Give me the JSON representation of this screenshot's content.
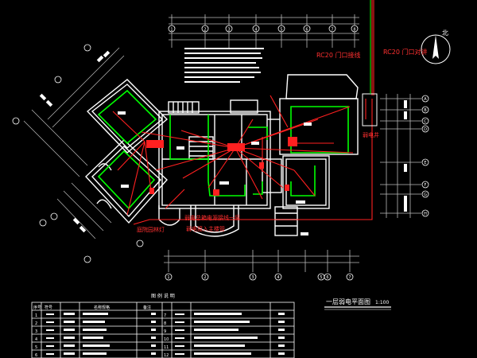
{
  "drawing": {
    "title": "一层弱电平面图",
    "scale": "1:100",
    "north_label": "北",
    "legend_title": "图 例 说 明",
    "legend_headers": [
      "序号",
      "符号",
      "名称规格",
      "备注"
    ],
    "legend_row_numbers": [
      "1",
      "2",
      "3",
      "4",
      "5",
      "6"
    ],
    "legend_row_numbers_right": [
      "7",
      "8",
      "9",
      "10",
      "11",
      "12"
    ]
  },
  "annotations": {
    "rc20_left": "RC20 门口接线",
    "rc20_right": "RC20 门口对讲",
    "weak_well": "弱电井",
    "note_line1": "弱电总箱电源接线一层",
    "note_line2": "弱电接入主楼管",
    "garden_light": "庭院园林灯"
  },
  "axis_bubbles": {
    "top": [
      "1",
      "2",
      "3",
      "4",
      "5",
      "6",
      "7",
      "8"
    ],
    "bottom": [
      "1",
      "2",
      "3",
      "4",
      "5",
      "6",
      "7"
    ],
    "right": [
      "A",
      "B",
      "C",
      "D",
      "E",
      "F",
      "G",
      "H"
    ]
  },
  "colors": {
    "background": "#000000",
    "walls": "#ffffff",
    "green_zone": "#00ff00",
    "red_wiring": "#ff2020",
    "annotation_red": "#ff3030",
    "grid_gray": "#c0c0c0",
    "axis_line": "#aaaaaa"
  }
}
